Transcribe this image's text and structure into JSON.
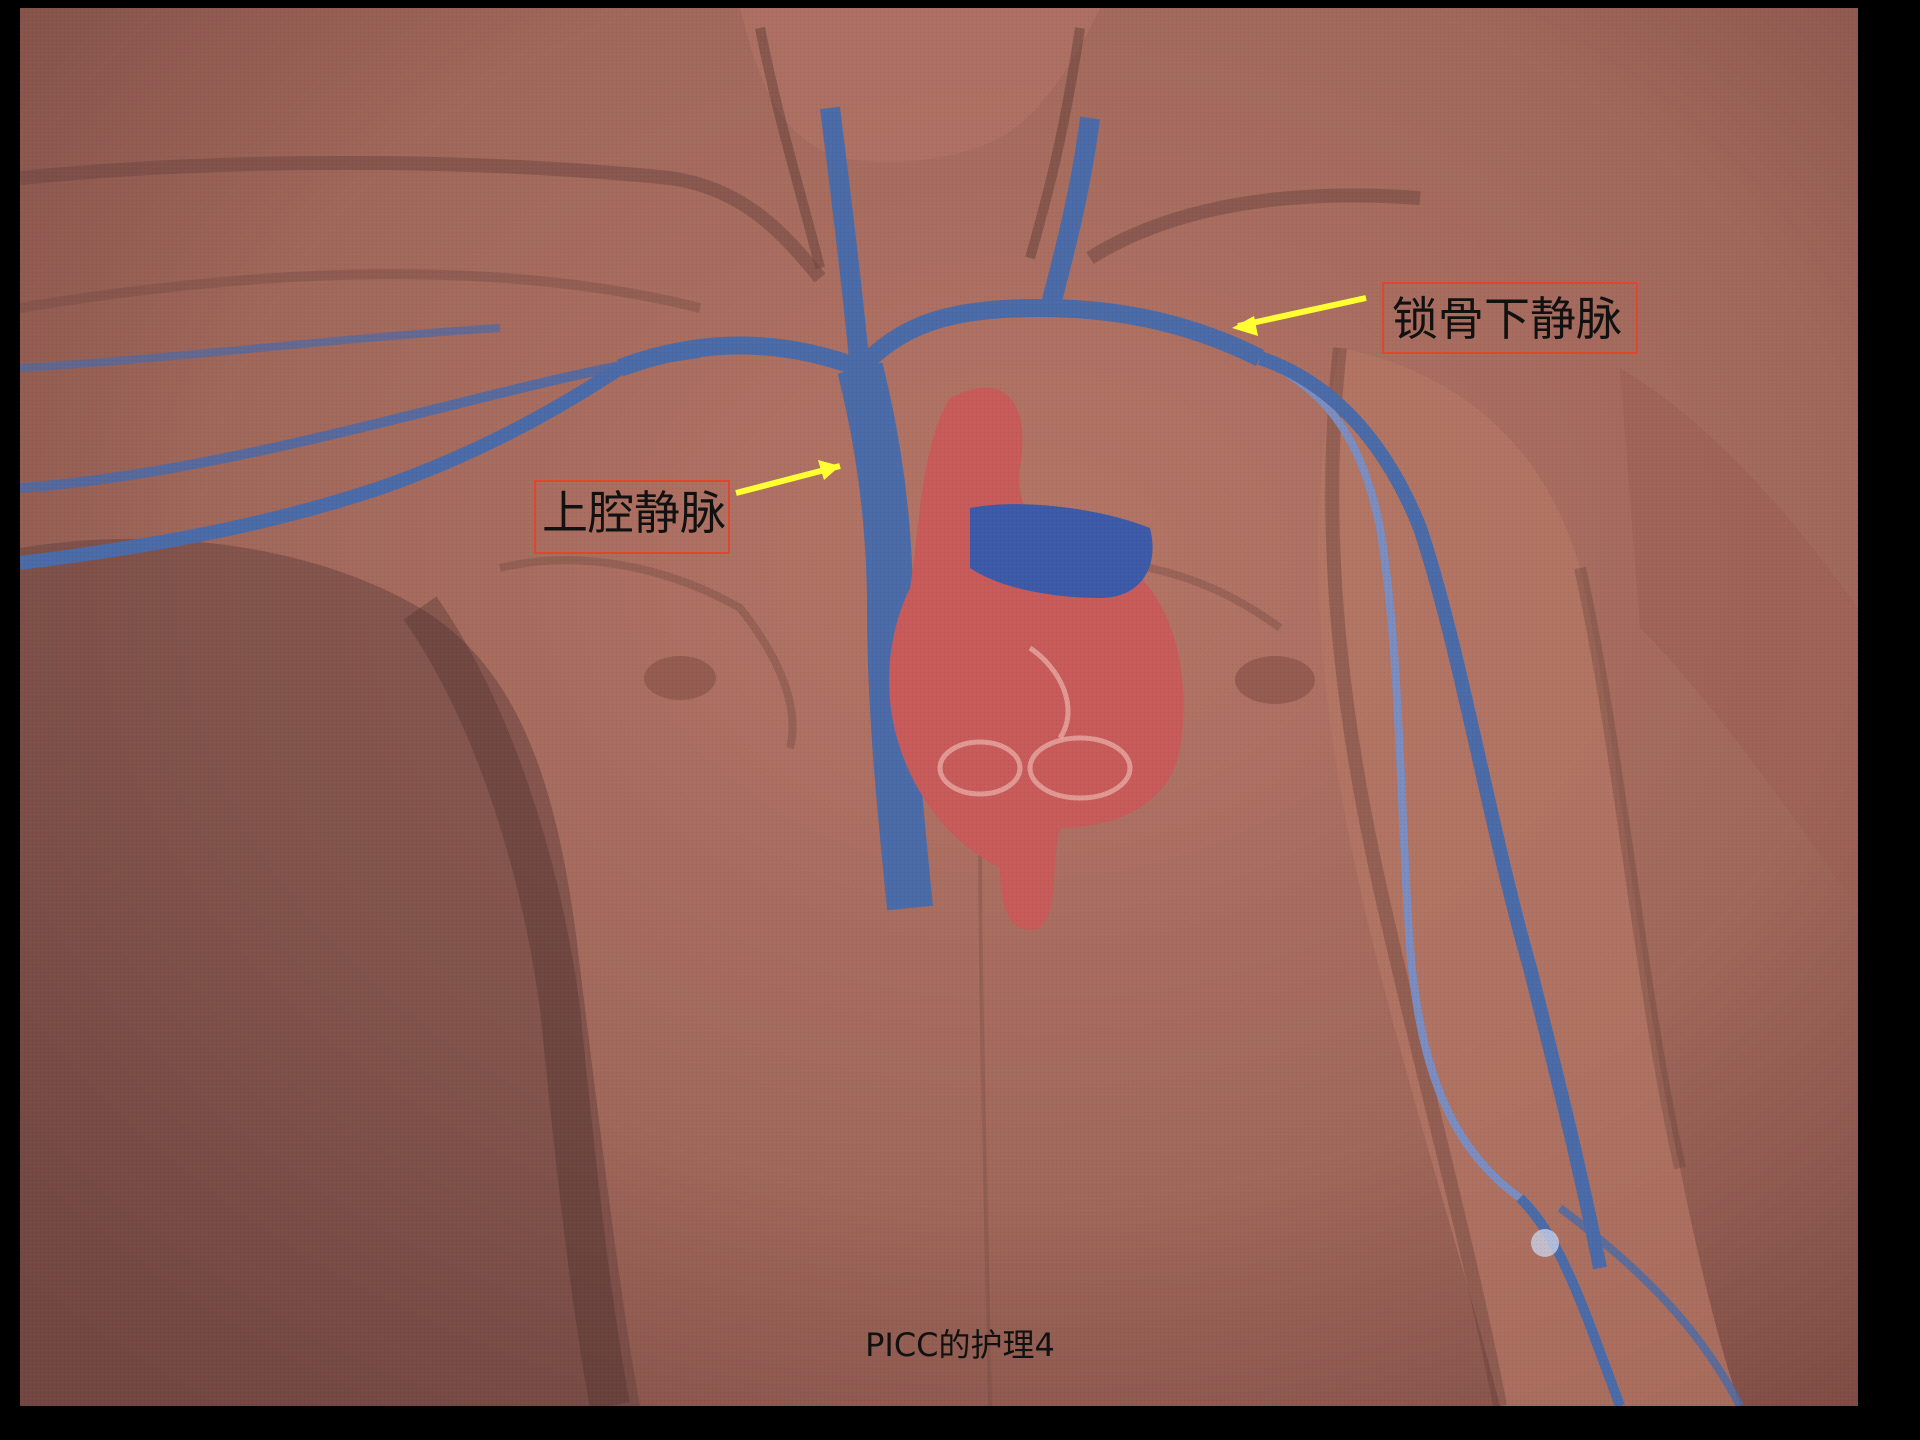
{
  "labels": {
    "superior_vena_cava": "上腔静脉",
    "subclavian_vein": "锁骨下静脉"
  },
  "footer": {
    "caption": "PICC的护理4"
  },
  "colors": {
    "background": "#000000",
    "skin": "#a8685a",
    "vein": "#4a6aa8",
    "heart": "#c85a5a",
    "arrow": "#ffff33",
    "label_border": "#e0452f"
  }
}
